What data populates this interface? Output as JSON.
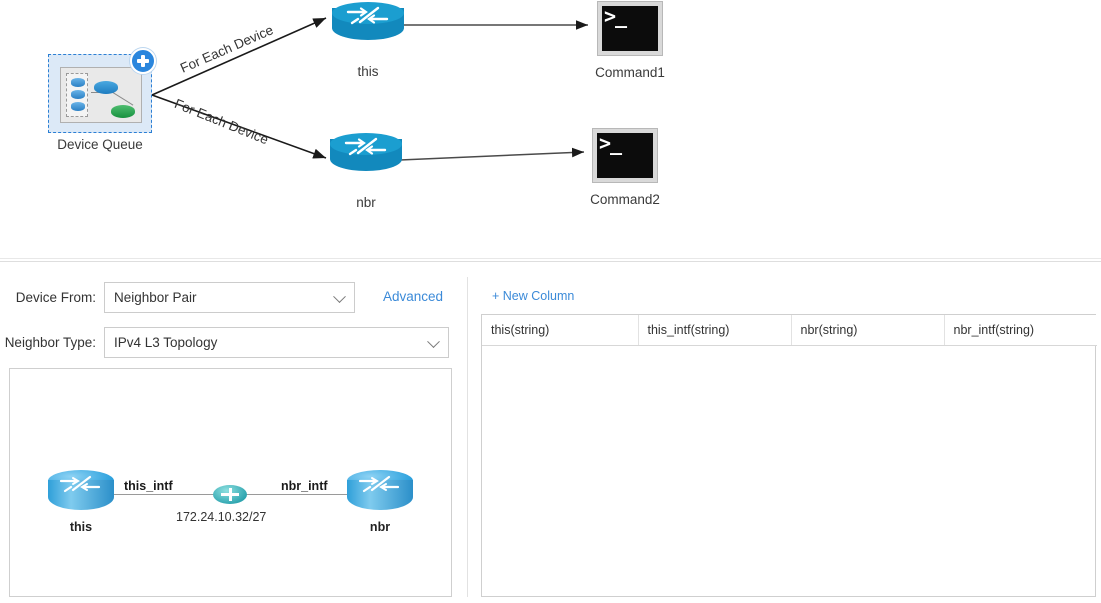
{
  "workflow": {
    "nodes": [
      {
        "id": "device-queue",
        "label": "Device Queue",
        "icon": "device-queue-icon"
      },
      {
        "id": "this-router",
        "label": "this",
        "icon": "router-icon"
      },
      {
        "id": "nbr-router",
        "label": "nbr",
        "icon": "router-icon"
      },
      {
        "id": "command1",
        "label": "Command1",
        "icon": "terminal-icon",
        "prompt": ">_"
      },
      {
        "id": "command2",
        "label": "Command2",
        "icon": "terminal-icon",
        "prompt": ">_"
      }
    ],
    "edges": [
      {
        "from": "device-queue",
        "to": "this-router",
        "label": "For Each Device"
      },
      {
        "from": "device-queue",
        "to": "nbr-router",
        "label": "For Each Device"
      },
      {
        "from": "this-router",
        "to": "command1",
        "label": ""
      },
      {
        "from": "nbr-router",
        "to": "command2",
        "label": ""
      }
    ]
  },
  "form": {
    "device_from": {
      "label": "Device From:",
      "value": "Neighbor Pair",
      "options": [
        "Neighbor Pair"
      ]
    },
    "neighbor_type": {
      "label": "Neighbor Type:",
      "value": "IPv4 L3 Topology",
      "options": [
        "IPv4 L3 Topology"
      ]
    },
    "advanced_link": "Advanced"
  },
  "preview": {
    "left_device": "this",
    "right_device": "nbr",
    "left_interface": "this_intf",
    "right_interface": "nbr_intf",
    "subnet": "172.24.10.32/27"
  },
  "table": {
    "new_column_label": "+ New Column",
    "columns": [
      "this(string)",
      "this_intf(string)",
      "nbr(string)",
      "nbr_intf(string)"
    ],
    "rows": []
  },
  "colors": {
    "link": "#3b8ad8",
    "router": "#1b9ed0",
    "selection": "#2b7fd4",
    "subnet_cloud": "#2ba3ae",
    "terminal_bg": "#0c0c0c"
  }
}
